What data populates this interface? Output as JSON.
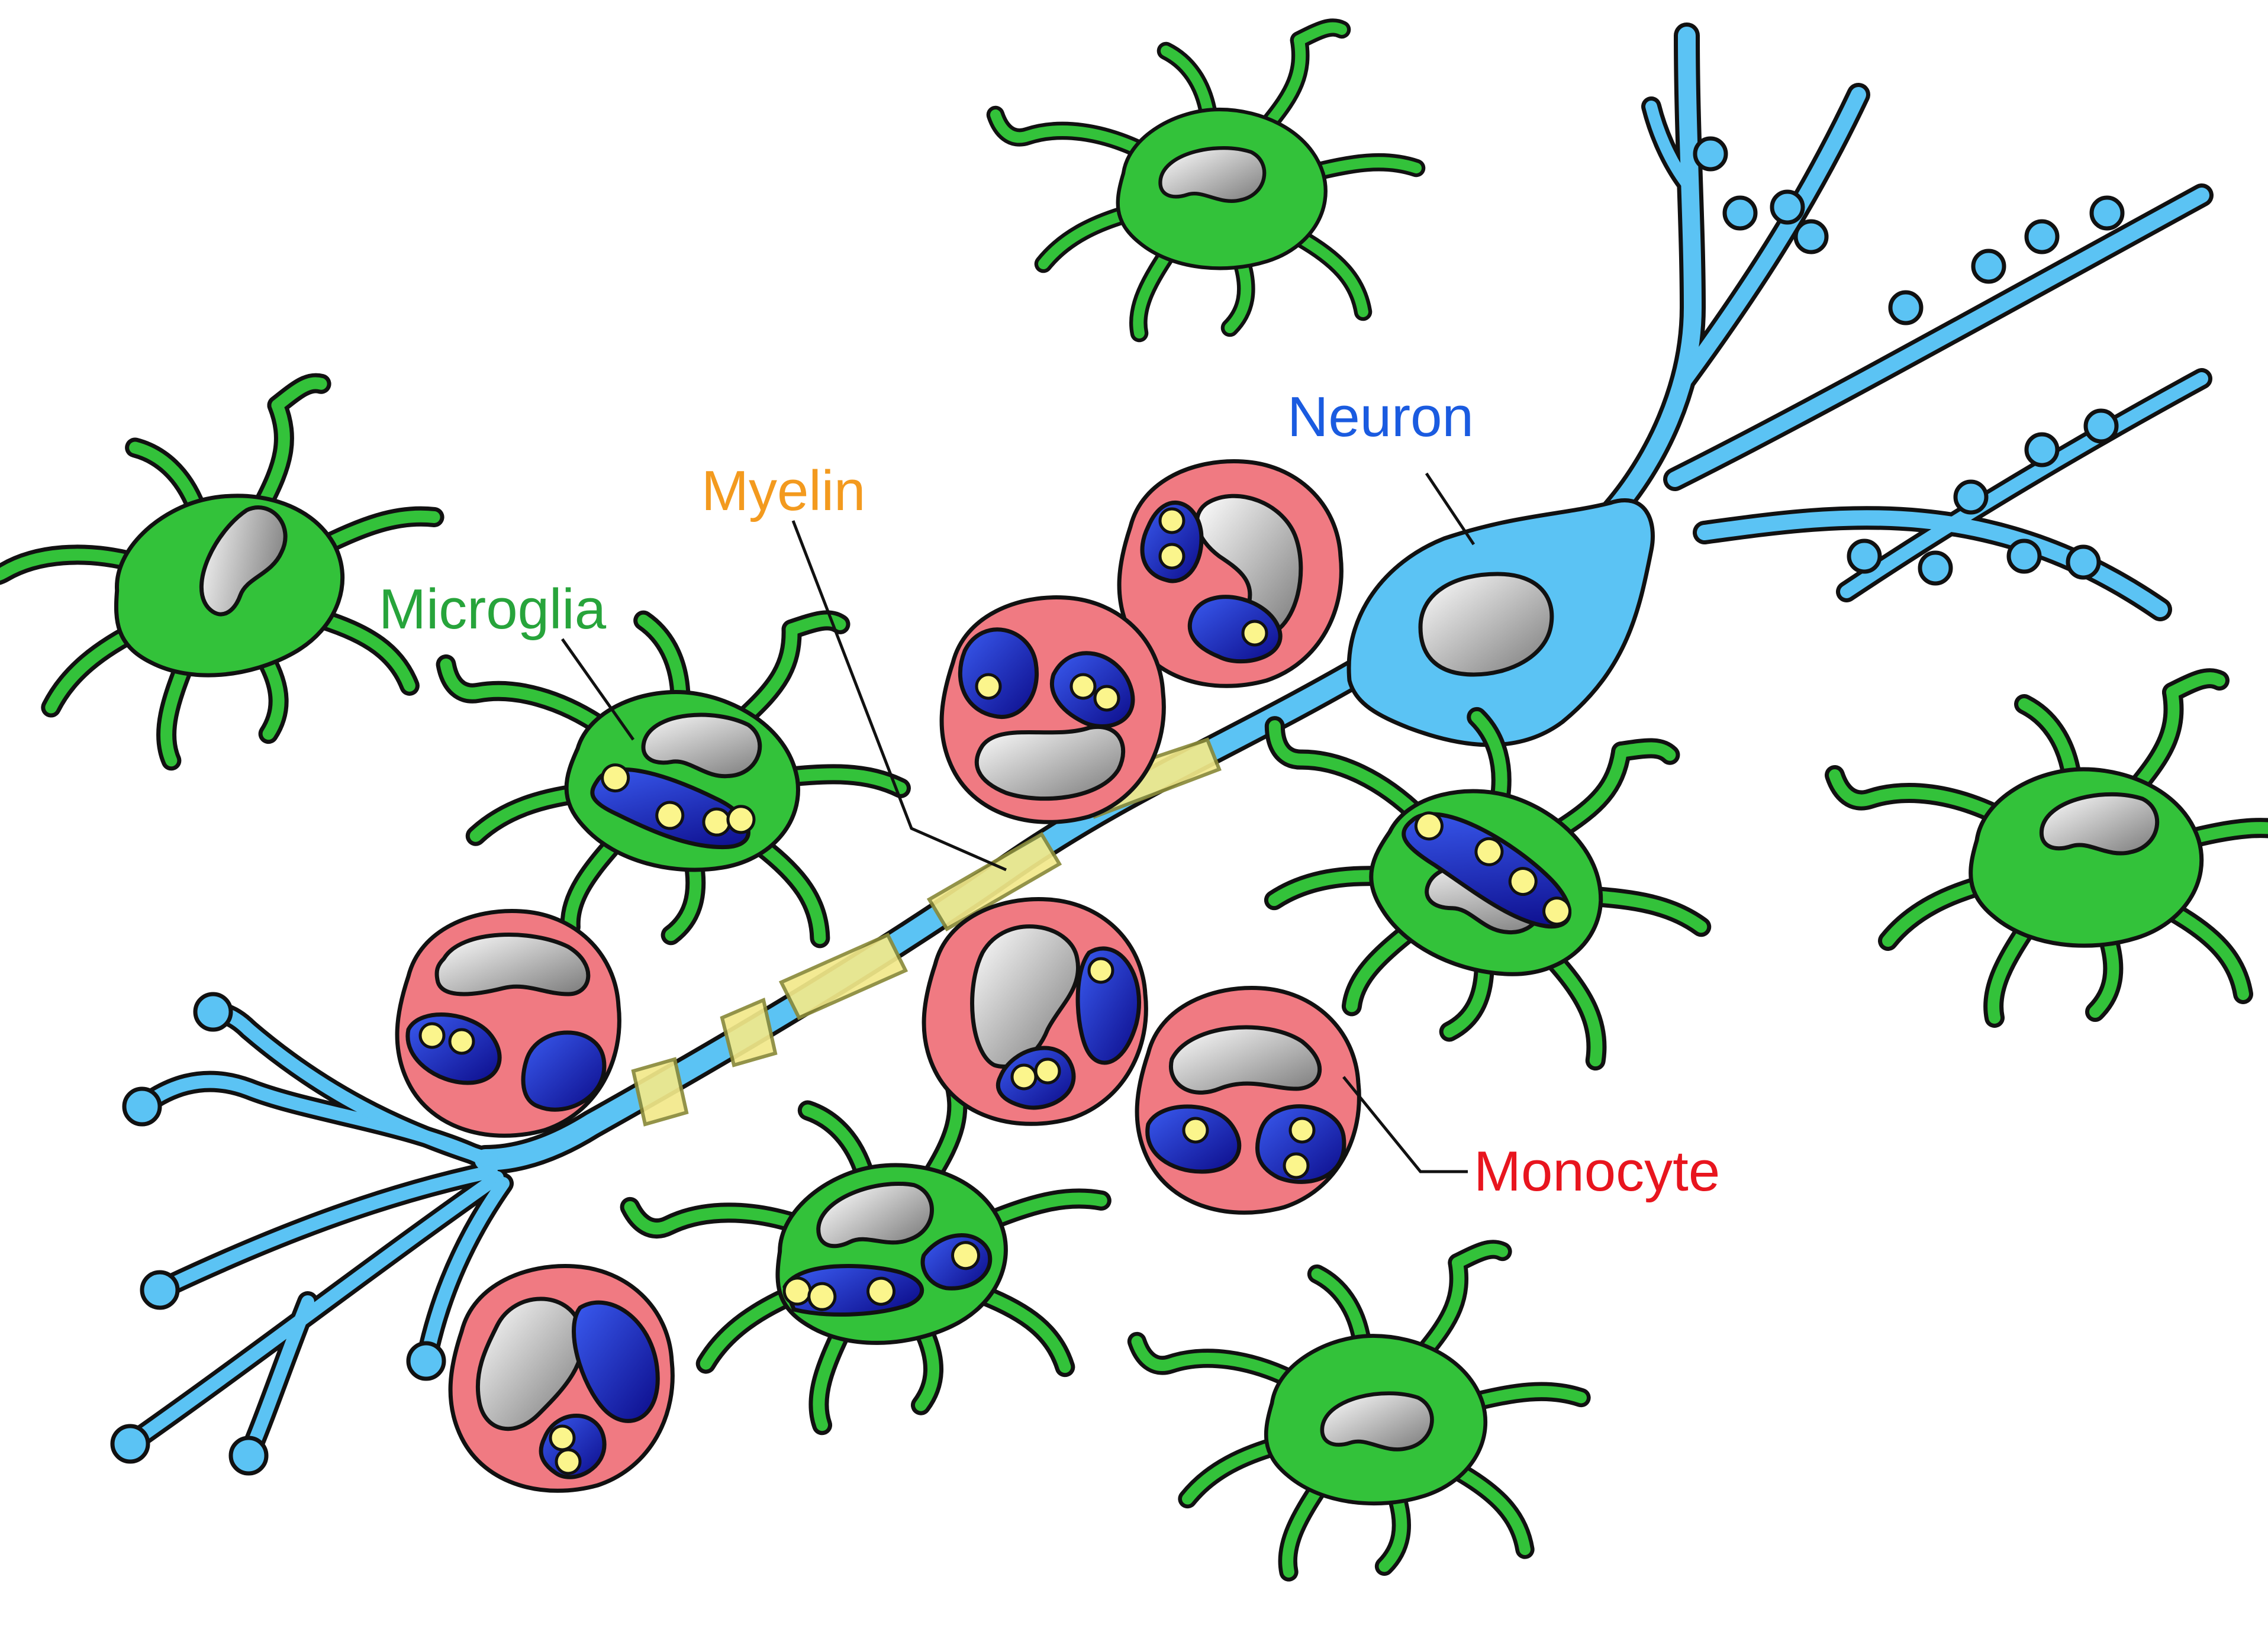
{
  "labels": {
    "neuron": "Neuron",
    "myelin": "Myelin",
    "microglia": "Microglia",
    "monocyte": "Monocyte"
  },
  "colors": {
    "neuron": "#5bc3f4",
    "neuron_label": "#1a5be0",
    "myelin": "#f2e98a",
    "myelin_label": "#f39a1e",
    "microglia": "#33c23a",
    "microglia_label": "#27a43b",
    "monocyte": "#f07a82",
    "monocyte_label": "#e8151e",
    "granule_nucleus": "#1a1aa6",
    "granule": "#fbf58c",
    "nucleus_gray": "#a9a9a9"
  }
}
